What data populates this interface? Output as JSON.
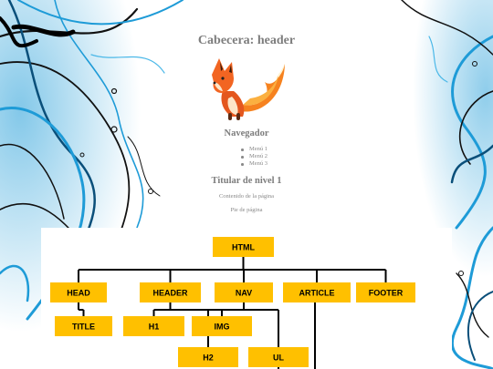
{
  "page": {
    "title": "Cabecera: header",
    "nav_heading": "Navegador",
    "nav_items": [
      "Menú 1",
      "Menú 2",
      "Menú 3"
    ],
    "h1": "Titular de nivel 1",
    "article": "Contenido de la página",
    "footer": "Pie de página",
    "logo_icon": "fox-logo-icon"
  },
  "colors": {
    "node_fill": "#ffc000",
    "text_gray": "#8a8a8a",
    "swirl_blue": "#1e9bd7"
  },
  "diagram": {
    "nodes": [
      {
        "id": "html",
        "label": "HTML"
      },
      {
        "id": "head",
        "label": "HEAD"
      },
      {
        "id": "header",
        "label": "HEADER"
      },
      {
        "id": "nav",
        "label": "NAV"
      },
      {
        "id": "article",
        "label": "ARTICLE"
      },
      {
        "id": "footer",
        "label": "FOOTER"
      },
      {
        "id": "title",
        "label": "TITLE"
      },
      {
        "id": "h1",
        "label": "H1"
      },
      {
        "id": "img",
        "label": "IMG"
      },
      {
        "id": "h2",
        "label": "H2"
      },
      {
        "id": "ul",
        "label": "UL"
      }
    ],
    "edges": [
      [
        "html",
        "head"
      ],
      [
        "html",
        "header"
      ],
      [
        "html",
        "nav"
      ],
      [
        "html",
        "article"
      ],
      [
        "html",
        "footer"
      ],
      [
        "head",
        "title"
      ],
      [
        "header",
        "h1"
      ],
      [
        "header",
        "img"
      ],
      [
        "nav",
        "h2"
      ],
      [
        "nav",
        "ul"
      ]
    ]
  }
}
